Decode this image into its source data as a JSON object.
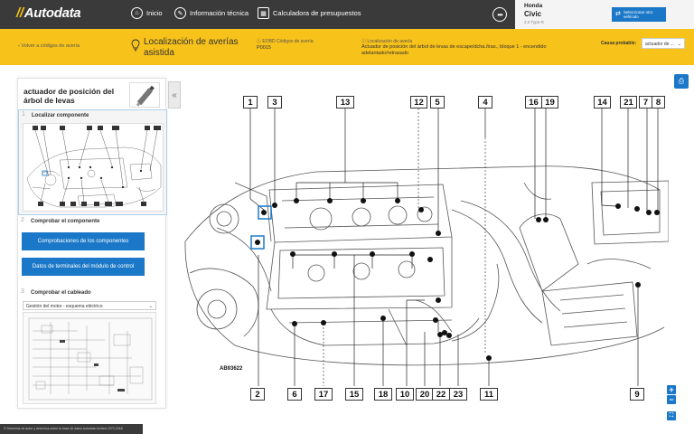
{
  "brand": {
    "logo_text": "Autodata"
  },
  "nav": {
    "items": [
      {
        "label": "Inicio"
      },
      {
        "label": "Información técnica"
      },
      {
        "label": "Calculadora de presupuestos"
      }
    ]
  },
  "vehicle": {
    "make": "Honda",
    "model": "Civic",
    "variant": "2.0 Type-R",
    "select_label": "Seleccionar otro vehículo"
  },
  "header": {
    "back_link": "Volver a códigos de avería",
    "title": "Localización de averías asistida",
    "dtc_label": "EOBD Códigos de avería",
    "dtc_code": "P0015",
    "location_label": "Localización de avería",
    "location_text": "Actuador de posición del árbol de levas de escape/dcha./tras., bloque 1 - encendido adelantado/retrasado",
    "probable_cause_label": "Causa probable:",
    "probable_cause_value": "actuador de ..."
  },
  "panel": {
    "component_title": "actuador de posición del árbol de levas",
    "steps": [
      {
        "number": "1",
        "label": "Localizar componente"
      },
      {
        "number": "2",
        "label": "Comprobar el componente"
      },
      {
        "number": "3",
        "label": "Comprobar el cableado"
      }
    ],
    "buttons": {
      "check_components": "Comprobaciones de los componentes",
      "control_module_data": "Datos de terminales del módulo de control"
    },
    "wiring_select": "Gestión del motor - esquema eléctrico"
  },
  "diagram": {
    "reference": "AB93622",
    "top_callouts": [
      "1",
      "3",
      "13",
      "12",
      "5",
      "4",
      "16",
      "19",
      "14",
      "21",
      "7",
      "8"
    ],
    "bottom_callouts": [
      "2",
      "6",
      "17",
      "15",
      "18",
      "10",
      "20",
      "22",
      "23",
      "11",
      "9"
    ]
  },
  "footer": {
    "text": "© Derechos de autor y derechos sobre la base de datos Autodata Limited 1972-2018"
  },
  "colors": {
    "topbar": "#3a3a3a",
    "accent_yellow": "#f7c21a",
    "primary_blue": "#1b78c8"
  }
}
